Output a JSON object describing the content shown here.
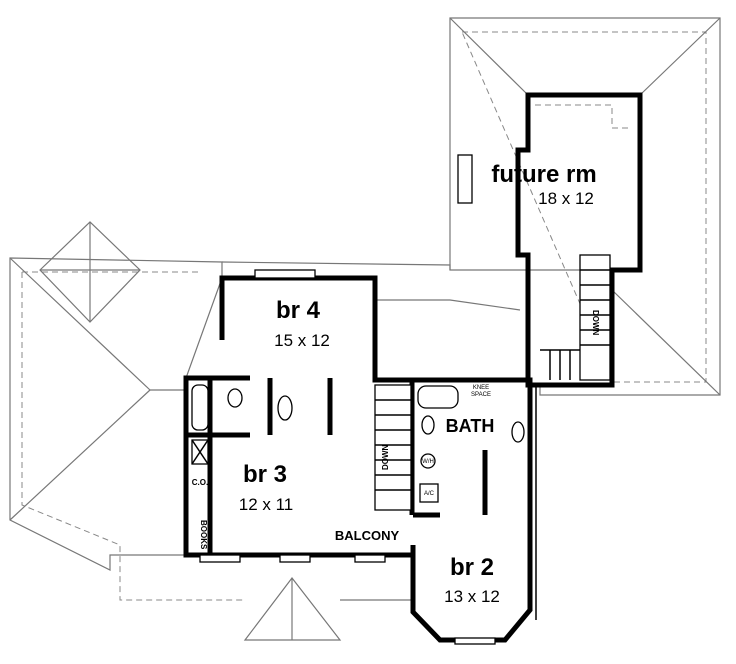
{
  "rooms": {
    "future_rm": {
      "name": "future rm",
      "size": "18 x 12"
    },
    "br4": {
      "name": "br 4",
      "size": "15 x 12"
    },
    "br3": {
      "name": "br 3",
      "size": "12 x 11"
    },
    "br2": {
      "name": "br 2",
      "size": "13 x 12"
    },
    "bath": {
      "name": "BATH"
    },
    "balcony": {
      "name": "BALCONY"
    }
  },
  "labels": {
    "stairs_main": "DOWN",
    "stairs_future": "DOWN",
    "knee_space_1": "KNEE",
    "knee_space_2": "SPACE",
    "water_heater": "W/H",
    "ac": "A/C",
    "closet": "C.O.",
    "books": "BOOKS"
  }
}
